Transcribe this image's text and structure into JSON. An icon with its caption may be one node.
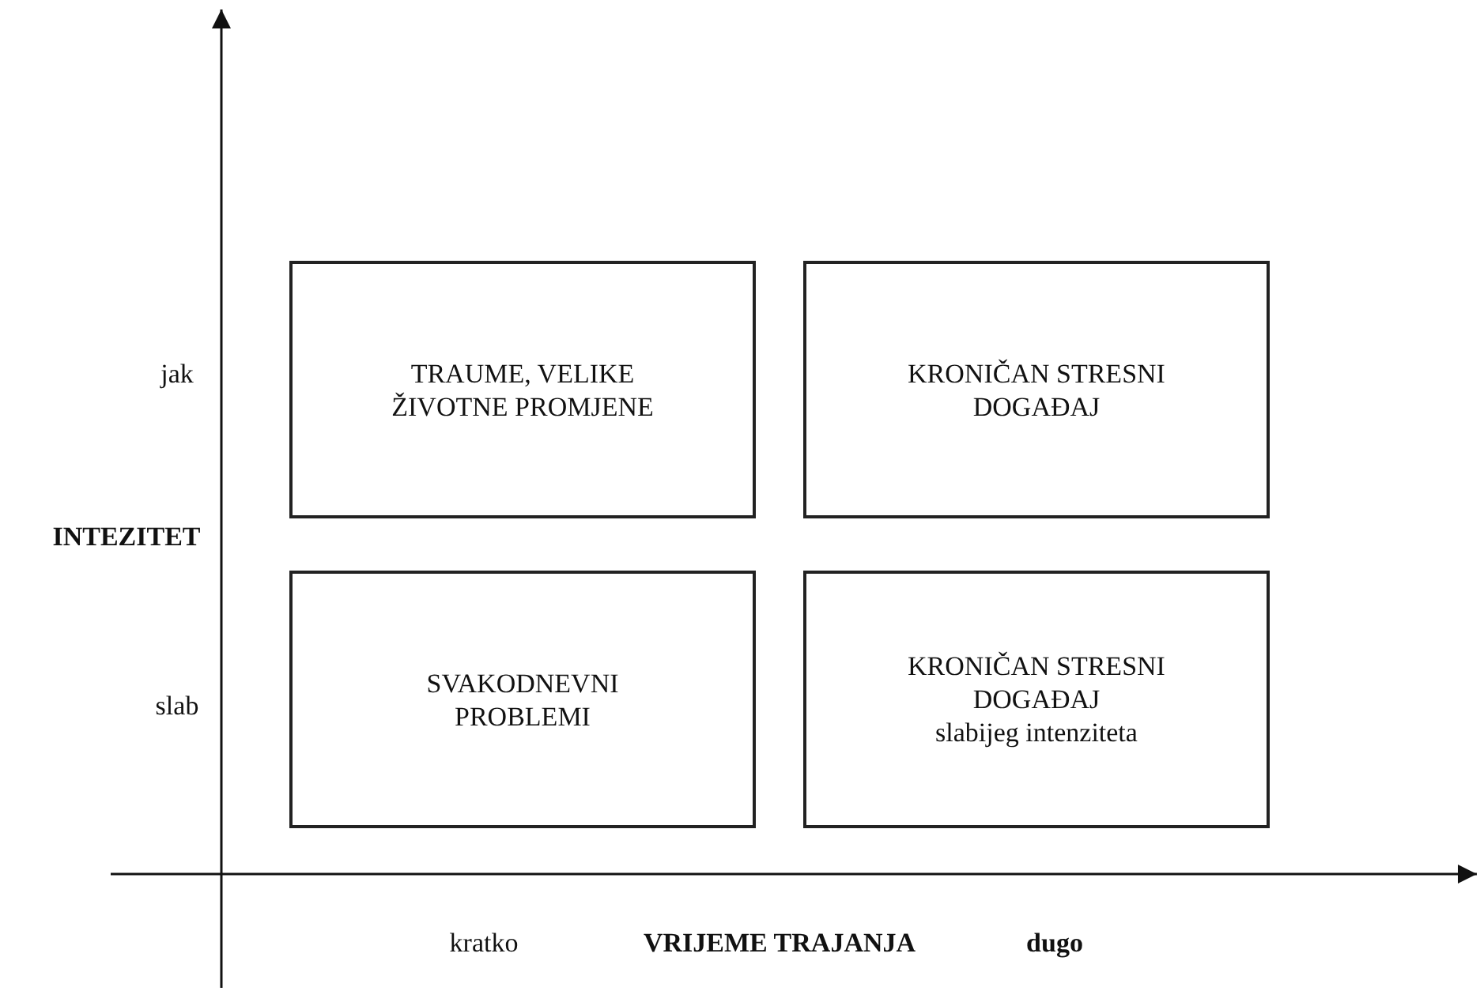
{
  "diagram": {
    "nodes": [
      {
        "text": [
          "TRAUME, VELIKE ŽIVOTNE PROMJENE"
        ]
      },
      {
        "text": [
          "KRONIČAN STRESNI DOGAĐAJ"
        ]
      },
      {
        "text": [
          "SVAKODNEVNI PROBLEMI"
        ]
      },
      {
        "text": [
          "KRONIČAN STRESNI DOGAĐAJ",
          "slabijeg intenziteta"
        ]
      }
    ],
    "labels": [
      "jak",
      "INTEZITET",
      "slab",
      "kratko",
      "VRIJEME TRAJANJA",
      "dugo"
    ]
  }
}
